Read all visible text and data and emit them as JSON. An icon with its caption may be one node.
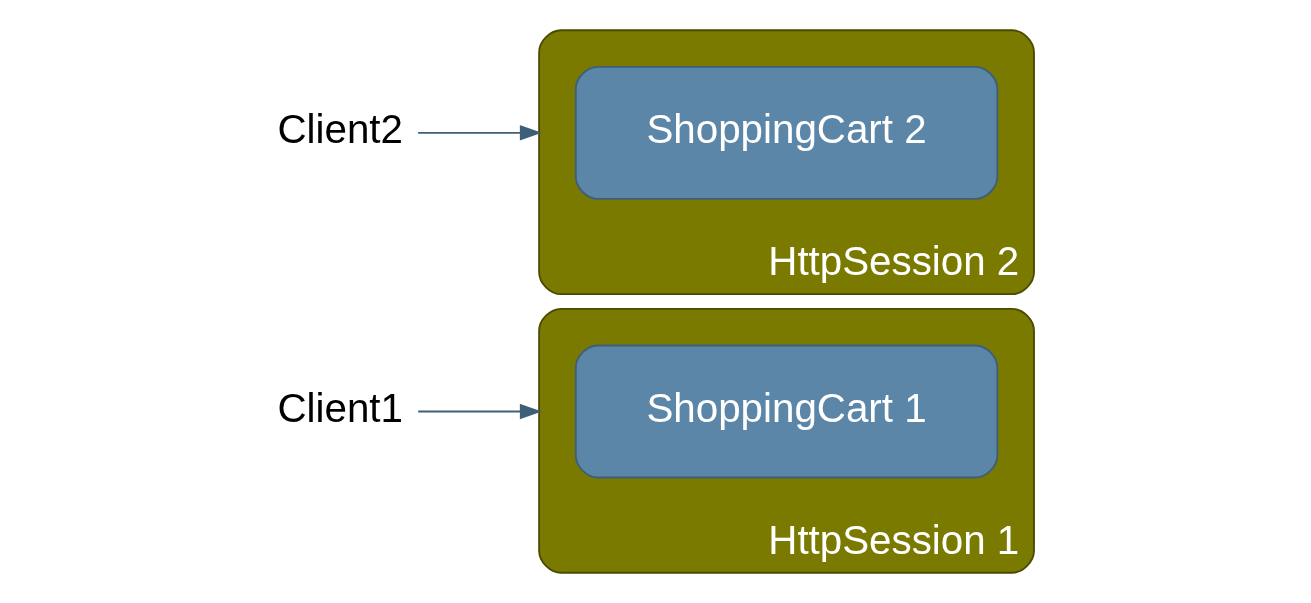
{
  "diagram": {
    "nodes": [
      {
        "text": [
          "Client1"
        ]
      },
      {
        "text": [
          "HttpSession 1"
        ]
      },
      {
        "text": [
          "ShoppingCart 1"
        ],
        "in": 1
      },
      {
        "text": [
          "Client2"
        ]
      },
      {
        "text": [
          "HttpSession 2"
        ]
      },
      {
        "text": [
          "ShoppingCart 2"
        ],
        "in": 4
      }
    ],
    "edges": [
      {
        "from": 0,
        "to": 1,
        "arrow": "to"
      },
      {
        "from": 3,
        "to": 4,
        "arrow": "to"
      }
    ]
  }
}
